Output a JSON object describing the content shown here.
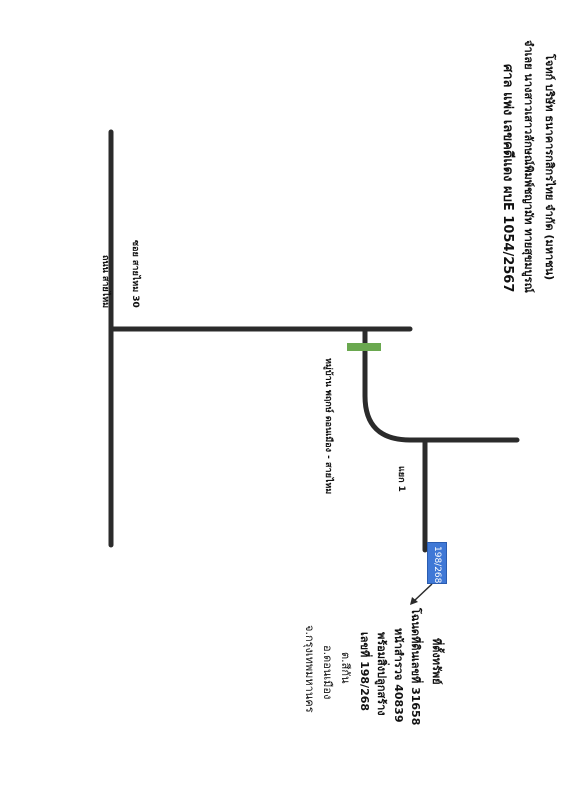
{
  "title": {
    "line1": "โจทก์ บริษัท ธนาคารกสิกรไทย จำกัด (มหาชน)",
    "line2": "จำเลย  นางสาวเสาวลักษณ์พิมพ์ชญามัท  ทายสุขมบูรณ์",
    "line3": "ศาล แพ่ง เลขคดีแดง ผบE 1054/2567"
  },
  "roads": {
    "soi_label": "ซอย  สายไหม 30",
    "main_road_label": "ถนน สายไหม",
    "village_label": "หมู่บ้าน พฤกษ์ ดอนเมือง - สายไหม",
    "branch_label": "แยก 1"
  },
  "marker": {
    "label": "198/268"
  },
  "property": {
    "lines": [
      "ที่ตั้งทรัพย์",
      "โฉนดที่ดินเลขที่  31658",
      "หน้าสำรวจ 40839",
      "พร้อมสิ่งปลูกสร้าง",
      "เลขที่ 198/268",
      "ต.สีกัน",
      "อ.ดอนเมือง",
      "จ.กรุงเทพมหานคร"
    ]
  },
  "colors": {
    "road": "#2b2b2b",
    "marker": "#3f78d6",
    "gate": "#6aa84f"
  }
}
